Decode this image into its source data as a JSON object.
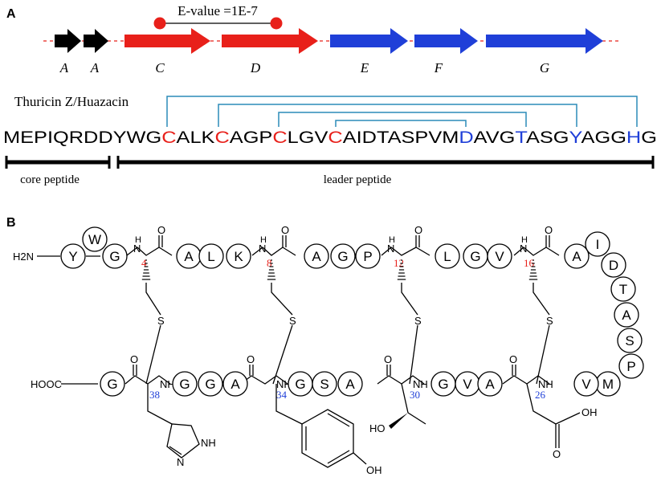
{
  "colors": {
    "red": "#e8201a",
    "blue": "#1f3fd8",
    "bracket": "#2b8cb8",
    "black": "#000000"
  },
  "panel_a": {
    "label": "A",
    "evalue": "E-value =1E-7",
    "genes": [
      {
        "label": "A",
        "color": "black"
      },
      {
        "label": "A",
        "color": "black"
      },
      {
        "label": "C",
        "color": "red"
      },
      {
        "label": "D",
        "color": "red"
      },
      {
        "label": "E",
        "color": "blue"
      },
      {
        "label": "F",
        "color": "blue"
      },
      {
        "label": "G",
        "color": "blue"
      }
    ],
    "peptide_name": "Thuricin Z/Huazacin",
    "sequence": [
      {
        "t": "MEPIQRDDYWG",
        "c": "black"
      },
      {
        "t": "C",
        "c": "red"
      },
      {
        "t": "ALK",
        "c": "black"
      },
      {
        "t": "C",
        "c": "red"
      },
      {
        "t": "AGP",
        "c": "black"
      },
      {
        "t": "C",
        "c": "red"
      },
      {
        "t": "LGV",
        "c": "black"
      },
      {
        "t": "C",
        "c": "red"
      },
      {
        "t": "AIDTASPVM",
        "c": "black"
      },
      {
        "t": "D",
        "c": "blue"
      },
      {
        "t": "AVG",
        "c": "black"
      },
      {
        "t": "T",
        "c": "blue"
      },
      {
        "t": "ASG",
        "c": "black"
      },
      {
        "t": "Y",
        "c": "blue"
      },
      {
        "t": "AGG",
        "c": "black"
      },
      {
        "t": "H",
        "c": "blue"
      },
      {
        "t": "G",
        "c": "black"
      }
    ],
    "core_label": "core peptide",
    "leader_label": "leader peptide"
  },
  "panel_b": {
    "label": "B",
    "nterm": "H2N",
    "cterm": "HOOC",
    "top_row": [
      "Y",
      "W",
      "G",
      "A",
      "L",
      "K",
      "A",
      "G",
      "P",
      "L",
      "G",
      "V",
      "A",
      "I",
      "D",
      "T",
      "A",
      "S",
      "P",
      "M",
      "V"
    ],
    "bottom_row": [
      "G",
      "G",
      "G",
      "A",
      "G",
      "S",
      "A",
      "G",
      "V",
      "A"
    ],
    "residue_numbers": [
      "4",
      "8",
      "12",
      "16",
      "38",
      "34",
      "30",
      "26"
    ],
    "atoms": {
      "N": "N",
      "H": "H",
      "O": "O",
      "S": "S",
      "NH": "NH",
      "OH": "OH",
      "HO": "HO"
    }
  }
}
